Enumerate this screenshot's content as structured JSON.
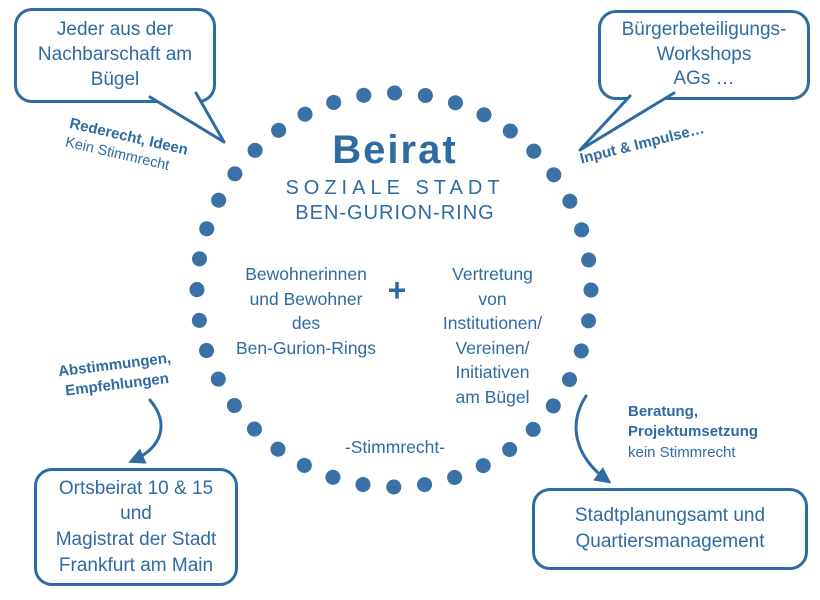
{
  "colors": {
    "accent": "#2F6BA3",
    "dot": "#3A72A7"
  },
  "circle": {
    "title": "Beirat",
    "subtitle1": "SOZIALE STADT",
    "subtitle2": "BEN-GURION-RING",
    "left_group": "Bewohnerinnen\nund Bewohner\ndes\nBen-Gurion-Rings",
    "plus": "+",
    "right_group": "Vertretung\nvon\nInstitutionen/\nVereinen/\nInitiativen\nam Bügel",
    "voting": "-Stimmrecht-"
  },
  "bubbles": {
    "top_left": "Jeder aus der\nNachbarschaft am\nBügel",
    "top_right": "Bürgerbeteiligungs-\nWorkshops\nAGs …"
  },
  "boxes": {
    "bottom_left": "Ortsbeirat 10 & 15\nund\nMagistrat der Stadt\nFrankfurt am Main",
    "bottom_right": "Stadtplanungsamt und\nQuartiersmanagement"
  },
  "annotations": {
    "top_left_bold": "Rederecht, Ideen",
    "top_left_normal": "Kein Stimmrecht",
    "top_right_bold": "Input & Impulse…",
    "bottom_left_bold": "Abstimmungen,\nEmpfehlungen",
    "bottom_right_bold": "Beratung,\nProjektumsetzung",
    "bottom_right_normal": "kein Stimmrecht"
  }
}
